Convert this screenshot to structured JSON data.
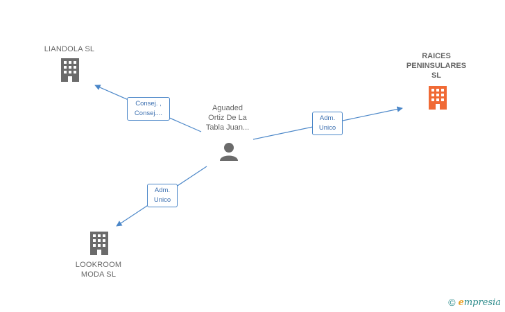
{
  "nodes": {
    "liandola": {
      "label": "LIANDOLA  SL",
      "color": "#6b6b6b"
    },
    "raices": {
      "label": "RAICES\nPENINSULARES\nSL",
      "color": "#f06a35"
    },
    "lookroom": {
      "label": "LOOKROOM\nMODA  SL",
      "color": "#6b6b6b"
    },
    "person": {
      "label": "Aguaded\nOrtiz De La\nTabla Juan...",
      "color": "#6b6b6b"
    }
  },
  "edges": {
    "to_liandola": {
      "label": "Consej. ,\nConsej...."
    },
    "to_raices": {
      "label": "Adm.\nUnico"
    },
    "to_lookroom": {
      "label": "Adm.\nUnico"
    }
  },
  "colors": {
    "edge": "#4a86c8",
    "accent": "#f06a35",
    "node": "#6b6b6b"
  },
  "watermark": {
    "copyright": "©",
    "brand_first": "e",
    "brand_rest": "mpresia"
  }
}
